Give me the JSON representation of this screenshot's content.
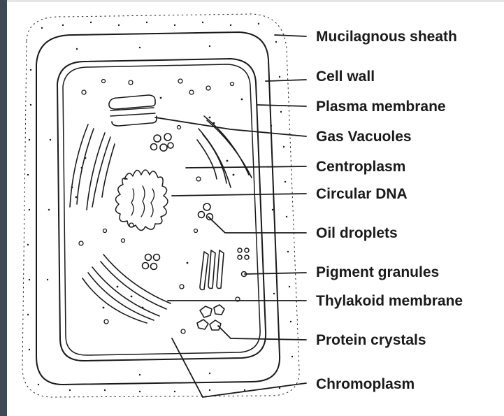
{
  "diagram": {
    "labels": {
      "mucilagnous_sheath": "Mucilagnous sheath",
      "cell_wall": "Cell wall",
      "plasma_membrane": "Plasma membrane",
      "gas_vacuoles": "Gas Vacuoles",
      "centroplasm": "Centroplasm",
      "circular_dna": "Circular DNA",
      "oil_droplets": "Oil droplets",
      "pigment_granules": "Pigment granules",
      "thylakoid_membrane": "Thylakoid membrane",
      "protein_crystals": "Protein crystals",
      "chromoplasm": "Chromoplasm"
    },
    "colors": {
      "ink": "#1a1a1a",
      "left_bar": "#3b4a55",
      "background": "#ffffff"
    }
  }
}
